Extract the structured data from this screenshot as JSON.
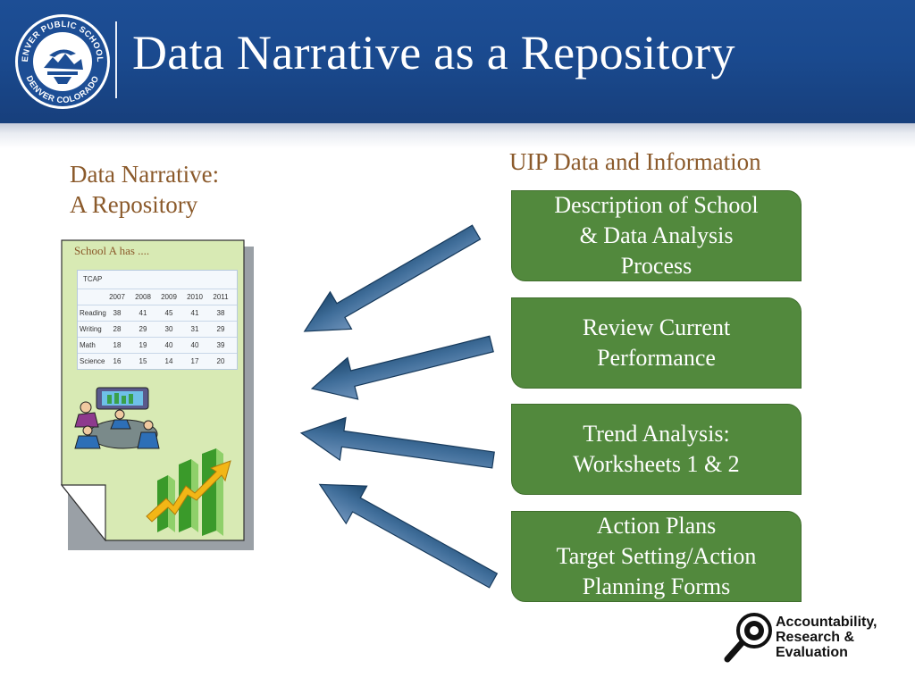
{
  "header": {
    "title": "Data Narrative as a Repository",
    "seal_text_top": "DENVER PUBLIC SCHOOLS",
    "seal_text_bottom": "DENVER COLORADO"
  },
  "left": {
    "heading_line1": "Data Narrative:",
    "heading_line2": "A Repository",
    "document": {
      "label": "School A has ....",
      "table_title": "TCAP",
      "years": [
        "2007",
        "2008",
        "2009",
        "2010",
        "2011"
      ],
      "rows": [
        {
          "subject": "Reading",
          "values": [
            "38",
            "41",
            "45",
            "41",
            "38"
          ]
        },
        {
          "subject": "Writing",
          "values": [
            "28",
            "29",
            "30",
            "31",
            "29"
          ]
        },
        {
          "subject": "Math",
          "values": [
            "18",
            "19",
            "40",
            "40",
            "39"
          ]
        },
        {
          "subject": "Science",
          "values": [
            "16",
            "15",
            "14",
            "17",
            "20"
          ]
        }
      ]
    }
  },
  "right": {
    "heading": "UIP Data and Information",
    "boxes": [
      {
        "lines": [
          "Description of School",
          "& Data Analysis",
          "Process"
        ]
      },
      {
        "lines": [
          "Review Current",
          "Performance"
        ]
      },
      {
        "lines": [
          "Trend Analysis:",
          "Worksheets 1 & 2"
        ]
      },
      {
        "lines": [
          "Action Plans",
          "Target Setting/Action",
          "Planning Forms"
        ]
      }
    ]
  },
  "footer_logo": {
    "line1": "Accountability,",
    "line2": "Research &",
    "line3": "Evaluation"
  },
  "colors": {
    "header_blue": "#1a4a8f",
    "heading_brown": "#8b5a2b",
    "box_green": "#52893d",
    "doc_green": "#d8eab4",
    "arrow_blue": "#3f6d99"
  }
}
